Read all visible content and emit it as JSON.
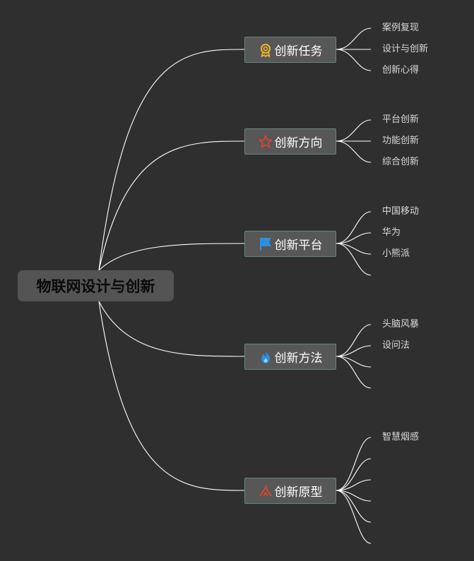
{
  "root": {
    "label": "物联网设计与创新"
  },
  "branches": [
    {
      "label": "创新任务",
      "icon": "medal-icon",
      "icon_color": "#f0b429",
      "leaves": [
        "案例复现",
        "设计与创新",
        "创新心得"
      ]
    },
    {
      "label": "创新方向",
      "icon": "star-icon",
      "icon_color": "#e0442f",
      "leaves": [
        "平台创新",
        "功能创新",
        "综合创新"
      ]
    },
    {
      "label": "创新平台",
      "icon": "flag-icon",
      "icon_color": "#2d8fe0",
      "leaves": [
        "中国移动",
        "华为",
        "小熊派",
        ""
      ]
    },
    {
      "label": "创新方法",
      "icon": "flame-icon",
      "icon_color": "#2d8fe0",
      "leaves": [
        "头脑风暴",
        "设问法",
        "",
        ""
      ]
    },
    {
      "label": "创新原型",
      "icon": "tent-icon",
      "icon_color": "#e0442f",
      "leaves": [
        "智慧烟感",
        "",
        "",
        "",
        "",
        ""
      ]
    }
  ],
  "colors": {
    "background": "#2f2f2f",
    "lines": "#ffffff",
    "branch_border": "#5f8a80"
  }
}
